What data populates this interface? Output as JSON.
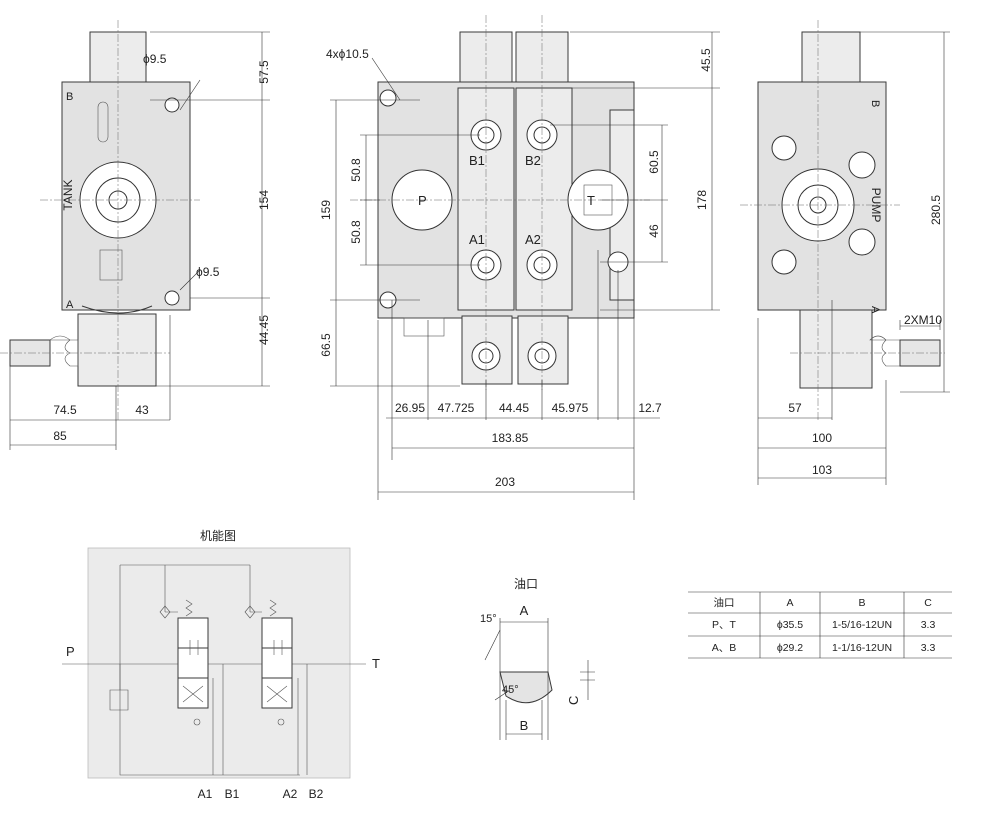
{
  "left_view": {
    "dims": {
      "d1": "57.5",
      "d2": "154",
      "d3": "44.45",
      "d4": "74.5",
      "d5": "43",
      "d6": "85",
      "hole_top": "ϕ9.5",
      "hole_bottom": "ϕ9.5"
    },
    "labels": {
      "tank": "TANK",
      "b": "B",
      "a": "A"
    }
  },
  "front_view": {
    "dims": {
      "holes": "4xϕ10.5",
      "top": "45.5",
      "d159": "159",
      "d178": "178",
      "d50a": "50.8",
      "d50b": "50.8",
      "d66": "66.5",
      "d60": "60.5",
      "d46": "46",
      "b1": "26.95",
      "b2": "47.725",
      "b3": "44.45",
      "b4": "45.975",
      "b5": "12.7",
      "w1": "183.85",
      "w2": "203"
    },
    "labels": {
      "p": "P",
      "t": "T",
      "b1": "B1",
      "b2": "B2",
      "a1": "A1",
      "a2": "A2"
    }
  },
  "right_view": {
    "dims": {
      "h": "280.5",
      "thread": "2XM10",
      "w1": "57",
      "w2": "100",
      "w3": "103"
    },
    "labels": {
      "pump": "PUMP",
      "b": "B",
      "a": "A"
    }
  },
  "schematic": {
    "title": "机能图",
    "labels": {
      "p": "P",
      "t": "T",
      "a1": "A1",
      "b1": "B1",
      "a2": "A2",
      "b2": "B2"
    }
  },
  "port_detail": {
    "title": "油口",
    "labels": {
      "a": "A",
      "b": "B",
      "c": "C",
      "angle15": "15°",
      "angle45": "45°"
    }
  },
  "port_table": {
    "headers": [
      "油口",
      "A",
      "B",
      "C"
    ],
    "rows": [
      [
        "P、T",
        "ϕ35.5",
        "1-5/16-12UN",
        "3.3"
      ],
      [
        "A、B",
        "ϕ29.2",
        "1-1/16-12UN",
        "3.3"
      ]
    ]
  }
}
